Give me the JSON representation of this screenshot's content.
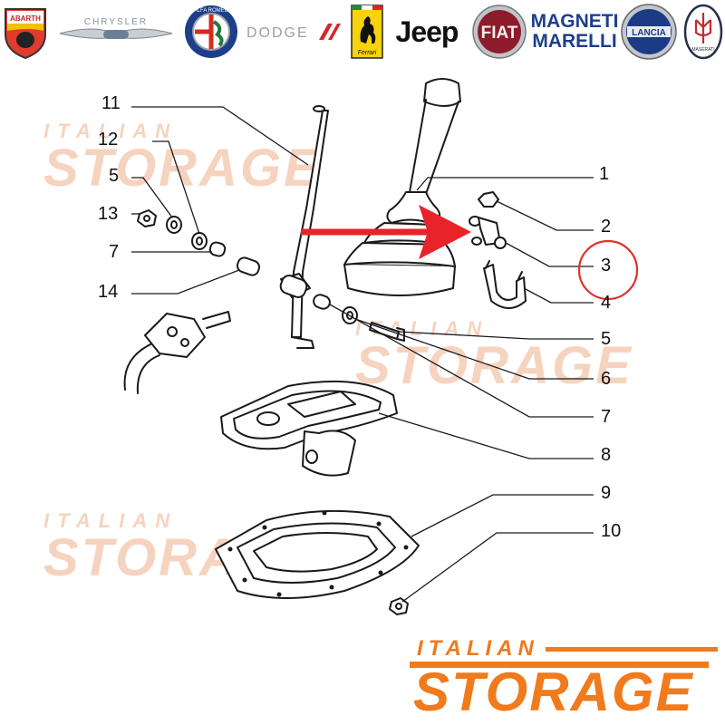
{
  "brands": [
    {
      "id": "abarth",
      "text": "ABARTH"
    },
    {
      "id": "chrysler",
      "text": "CHRYSLER"
    },
    {
      "id": "alfa-romeo",
      "text": "ALFA ROMEO"
    },
    {
      "id": "dodge",
      "text": "DODGE"
    },
    {
      "id": "ferrari",
      "text": "Ferrari"
    },
    {
      "id": "jeep",
      "text": "Jeep"
    },
    {
      "id": "fiat",
      "text": "FIAT"
    },
    {
      "id": "magneti-marelli",
      "text": "MAGNETI MARELLI",
      "line1": "MAGNETI",
      "line2": "MARELLI"
    },
    {
      "id": "lancia",
      "text": "LANCIA"
    },
    {
      "id": "maserati",
      "text": "MASERATI"
    }
  ],
  "watermark": {
    "line1": "ITALIAN",
    "line2": "STORAGE"
  },
  "logo": {
    "line1": "ITALIAN",
    "line2": "STORAGE",
    "color": "#f07a1c"
  },
  "callouts": {
    "c1": "1",
    "c2": "2",
    "c3": "3",
    "c4": "4",
    "c5r": "5",
    "c6": "6",
    "c7r": "7",
    "c8": "8",
    "c9": "9",
    "c10": "10",
    "c11": "11",
    "c12": "12",
    "c5l": "5",
    "c13": "13",
    "c7l": "7",
    "c14": "14"
  },
  "highlight": {
    "part": "3",
    "color": "#e0312b"
  },
  "colors": {
    "accent": "#f07a1c",
    "watermark": "#f6d3bf",
    "arrow": "#e8232a",
    "ink": "#1a1a1a"
  }
}
